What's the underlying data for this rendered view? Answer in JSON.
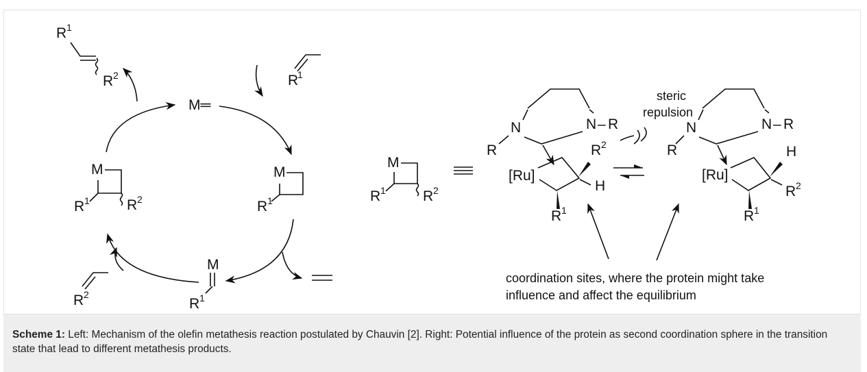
{
  "labels": {
    "M": "M",
    "R": "R",
    "N": "N",
    "H": "H",
    "Ru": "[Ru]",
    "sup1": "1",
    "sup2": "2",
    "M_dbl": "M═",
    "dash": "–"
  },
  "annotations": {
    "steric_line1": "steric",
    "steric_line2": "repulsion",
    "coord_line1": "coordination sites, where the protein might take",
    "coord_line2": "influence and affect the equilibrium"
  },
  "caption": {
    "label": "Scheme 1:",
    "text": " Left: Mechanism of the olefin metathesis reaction postulated by Chauvin [2]. Right: Potential influence of the protein as second coordination sphere in the transition state that lead to different metathesis products."
  }
}
